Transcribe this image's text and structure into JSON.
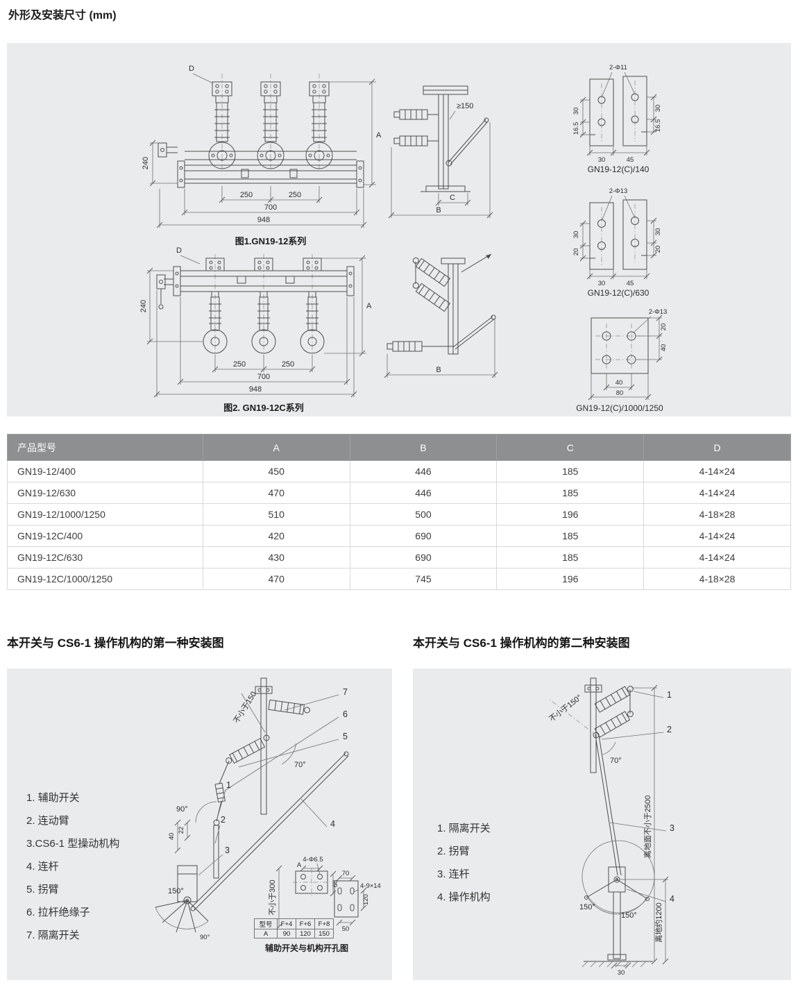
{
  "page": {
    "title": "外形及安装尺寸 (mm)"
  },
  "fig1": {
    "caption": "图1.GN19-12系列",
    "dims": {
      "D": "D",
      "d240": "240",
      "dA": "A",
      "d250a": "250",
      "d250b": "250",
      "d700": "700",
      "d948": "948",
      "ge150": "≥150",
      "dC": "C",
      "dB": "B"
    }
  },
  "fig2": {
    "caption": "图2. GN19-12C系列",
    "dims": {
      "D": "D",
      "d240": "240",
      "dA": "A",
      "d250a": "250",
      "d250b": "250",
      "d700": "700",
      "d948": "948",
      "dB": "B"
    }
  },
  "mounts": [
    {
      "title": "GN19-12(C)/140",
      "hole": "2-Φ11",
      "v1": "30",
      "v2": "16.5",
      "h1": "30",
      "h2": "45"
    },
    {
      "title": "GN19-12(C)/630",
      "hole": "2-Φ13",
      "v1": "30",
      "v2": "20",
      "h1": "30",
      "h2": "45"
    },
    {
      "title": "GN19-12(C)/1000/1250",
      "hole": "2-Φ13",
      "v1": "20",
      "v2": "40",
      "h1": "40",
      "h2": "80"
    }
  ],
  "table": {
    "headers": [
      "产品型号",
      "A",
      "B",
      "C",
      "D"
    ],
    "rows": [
      [
        "GN19-12/400",
        "450",
        "446",
        "185",
        "4-14×24"
      ],
      [
        "GN19-12/630",
        "470",
        "446",
        "185",
        "4-14×24"
      ],
      [
        "GN19-12/1000/1250",
        "510",
        "500",
        "196",
        "4-18×28"
      ],
      [
        "GN19-12C/400",
        "420",
        "690",
        "185",
        "4-14×24"
      ],
      [
        "GN19-12C/630",
        "430",
        "690",
        "185",
        "4-14×24"
      ],
      [
        "GN19-12C/1000/1250",
        "470",
        "745",
        "196",
        "4-18×28"
      ]
    ]
  },
  "install1": {
    "title": "本开关与 CS6-1 操作机构的第一种安装图",
    "legend": [
      "1. 辅助开关",
      "2. 连动臂",
      "3.CS6-1 型操动机构",
      "4. 连杆",
      "5. 拐臂",
      "6. 拉杆绝缘子",
      "7. 隔离开关"
    ],
    "callouts": [
      "1",
      "2",
      "3",
      "4",
      "5",
      "6",
      "7"
    ],
    "dims": {
      "ge150": "不小于150",
      "deg70": "70°",
      "deg90": "90°",
      "d22": "22",
      "d40": "40",
      "deg150": "150°",
      "deg90b": "90°",
      "holeA": "4-Φ6.5",
      "d68": "68",
      "dA": "A",
      "ge300": "不小于300",
      "d70": "70",
      "holeB": "4-9×14",
      "d120": "120",
      "d50": "50"
    },
    "mini_table": {
      "headers": [
        "型号",
        "F+4",
        "F+6",
        "F+8"
      ],
      "values": [
        "A",
        "90",
        "120",
        "150"
      ]
    },
    "caption": "辅助开关与机构开孔图"
  },
  "install2": {
    "title": "本开关与 CS6-1 操作机构的第二种安装图",
    "legend": [
      "1. 隔离开关",
      "2. 拐臂",
      "3. 连杆",
      "4. 操作机构"
    ],
    "callouts": [
      "1",
      "2",
      "3",
      "4"
    ],
    "dims": {
      "ge150": "不小于150°",
      "deg70": "70°",
      "g2500": "离地面不小于2500",
      "deg150a": "150°",
      "deg150b": "150°",
      "g1200": "离地约1200",
      "d30": "30"
    }
  }
}
